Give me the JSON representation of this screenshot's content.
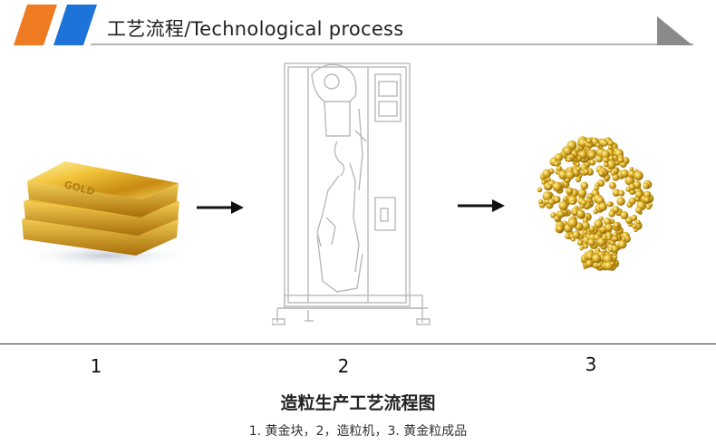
{
  "header": {
    "title": "工艺流程/Technological process"
  },
  "steps": [
    {
      "number": "1"
    },
    {
      "number": "2"
    },
    {
      "number": "3"
    }
  ],
  "gold_bar_engraving": "GOLD",
  "caption": {
    "title": "造粒生产工艺流程图",
    "subtitle": "1. 黄金块，2，造粒机，3. 黄金粒成品"
  },
  "colors": {
    "accent_orange": "#ee7a22",
    "accent_blue": "#1e73d8",
    "corner_gray": "#8a8a8a",
    "gold": "#d9a91e"
  }
}
